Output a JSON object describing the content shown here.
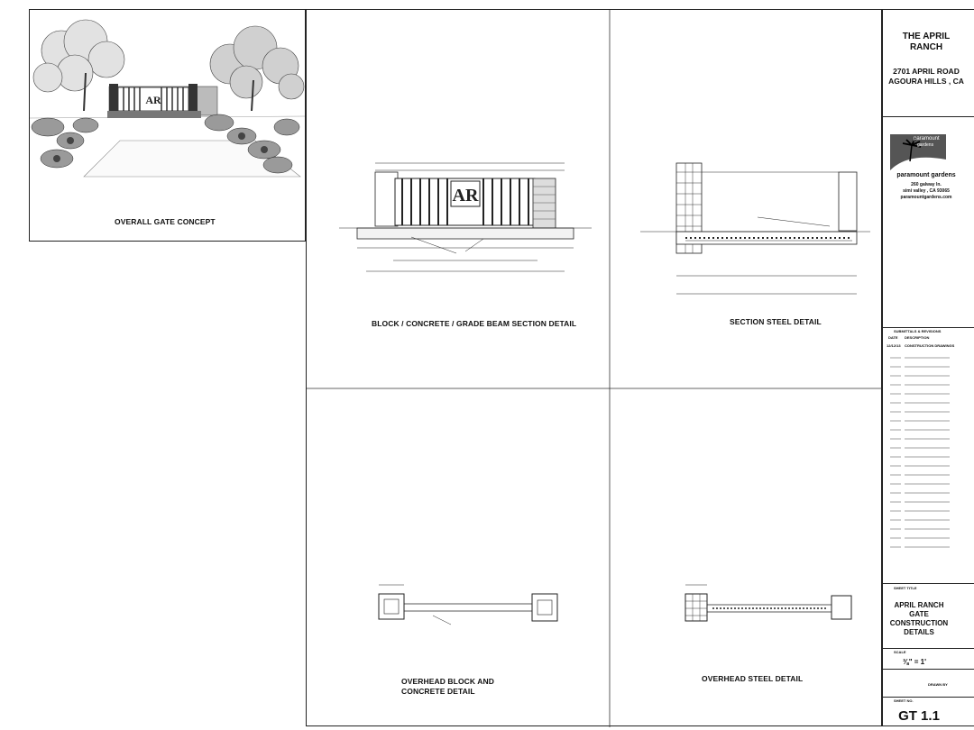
{
  "sheet": {
    "concept_caption": "OVERALL GATE CONCEPT",
    "details": {
      "section_block": "BLOCK /  CONCRETE / GRADE BEAM  SECTION DETAIL",
      "section_steel": "SECTION  STEEL DETAIL",
      "overhead_block_line1": "OVERHEAD BLOCK AND",
      "overhead_block_line2": "CONCRETE DETAIL",
      "overhead_steel": "OVERHEAD STEEL DETAIL"
    },
    "gate_monogram": "AR"
  },
  "title_block": {
    "project_line1": "THE APRIL",
    "project_line2": "RANCH",
    "address_line1": "2701 APRIL ROAD",
    "address_line2": "AGOURA HILLS , CA",
    "logo_text_line1": "paramount",
    "logo_text_line2": "gardens",
    "company_name": "paramount gardens",
    "company_addr1": "260 galway ln.",
    "company_addr2": "simi valley , CA 93065",
    "company_web": "paramountgardens.com",
    "submittals_label": "SUBMITTALS & REVISIONS",
    "date_col": "DATE",
    "desc_col": "DESCRIPTION",
    "first_entry_date": "12/12/13",
    "first_entry_desc": "CONSTRUCTION DRAWINGS",
    "sheet_title_label": "SHEET TITLE",
    "sheet_title_1": "APRIL RANCH",
    "sheet_title_2": "GATE",
    "sheet_title_3": "CONSTRUCTION",
    "sheet_title_4": "DETAILS",
    "scale_label": "SCALE",
    "scale_value": "⅜\" = 1'",
    "drawn_by": "DRAWN BY",
    "sheet_no_label": "SHEET NO.",
    "sheet_no": "GT 1.1"
  }
}
